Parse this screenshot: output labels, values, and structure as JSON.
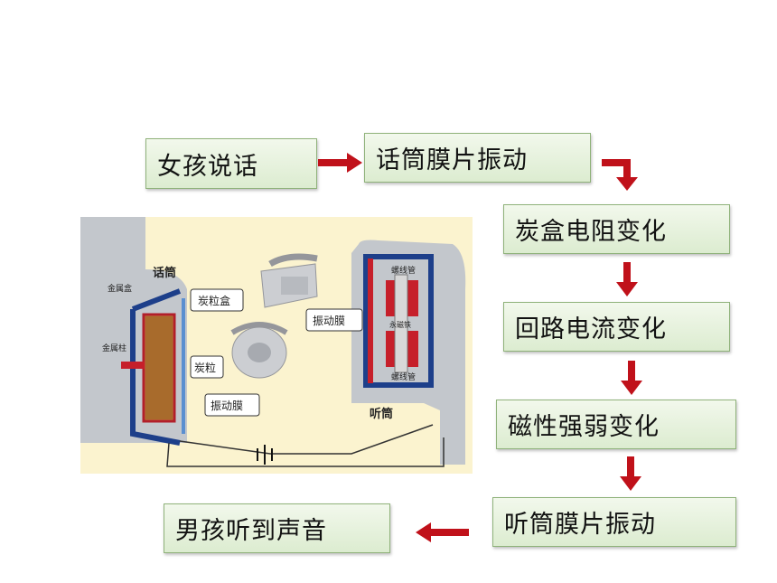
{
  "flow": {
    "step1": "女孩说话",
    "step2": "话筒膜片振动",
    "step3": "炭盒电阻变化",
    "step4": "回路电流变化",
    "step5": "磁性强弱变化",
    "step6": "听筒膜片振动",
    "step7": "男孩听到声音"
  },
  "diagram": {
    "mic_label": "话筒",
    "earpiece_label": "听筒",
    "metal_box": "金属盒",
    "metal_post": "金属柱",
    "carbon_box": "炭粒盒",
    "carbon_granules": "炭粒",
    "diaphragm_mic": "振动膜",
    "diaphragm_ear": "振动膜",
    "coil_top": "螺线管",
    "coil_bottom": "螺线管",
    "magnet": "永磁铁"
  },
  "colors": {
    "arrow": "#c0111a",
    "box_border": "#8fb27a"
  }
}
